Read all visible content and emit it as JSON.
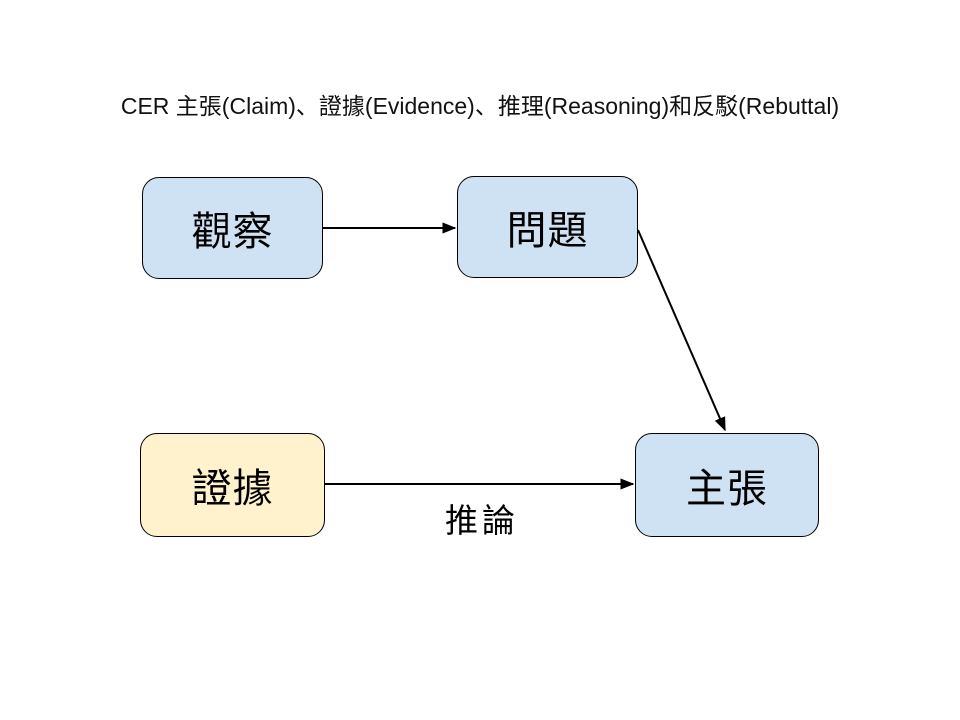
{
  "title": "CER 主張(Claim)、證據(Evidence)、推理(Reasoning)和反駁(Rebuttal)",
  "diagram": {
    "nodes": [
      {
        "id": "observation",
        "label": "觀察",
        "fill": "#cfe2f3"
      },
      {
        "id": "question",
        "label": "問題",
        "fill": "#cfe2f3"
      },
      {
        "id": "evidence",
        "label": "證據",
        "fill": "#fff2cc"
      },
      {
        "id": "claim",
        "label": "主張",
        "fill": "#cfe2f3"
      }
    ],
    "edges": [
      {
        "from": "觀察",
        "to": "問題",
        "label": ""
      },
      {
        "from": "問題",
        "to": "主張",
        "label": ""
      },
      {
        "from": "證據",
        "to": "主張",
        "label": "推論"
      }
    ]
  },
  "colors": {
    "background": "#ffffff",
    "node_blue": "#cfe2f3",
    "node_yellow": "#fff2cc",
    "border": "#000000",
    "line": "#000000",
    "text": "#000000"
  }
}
